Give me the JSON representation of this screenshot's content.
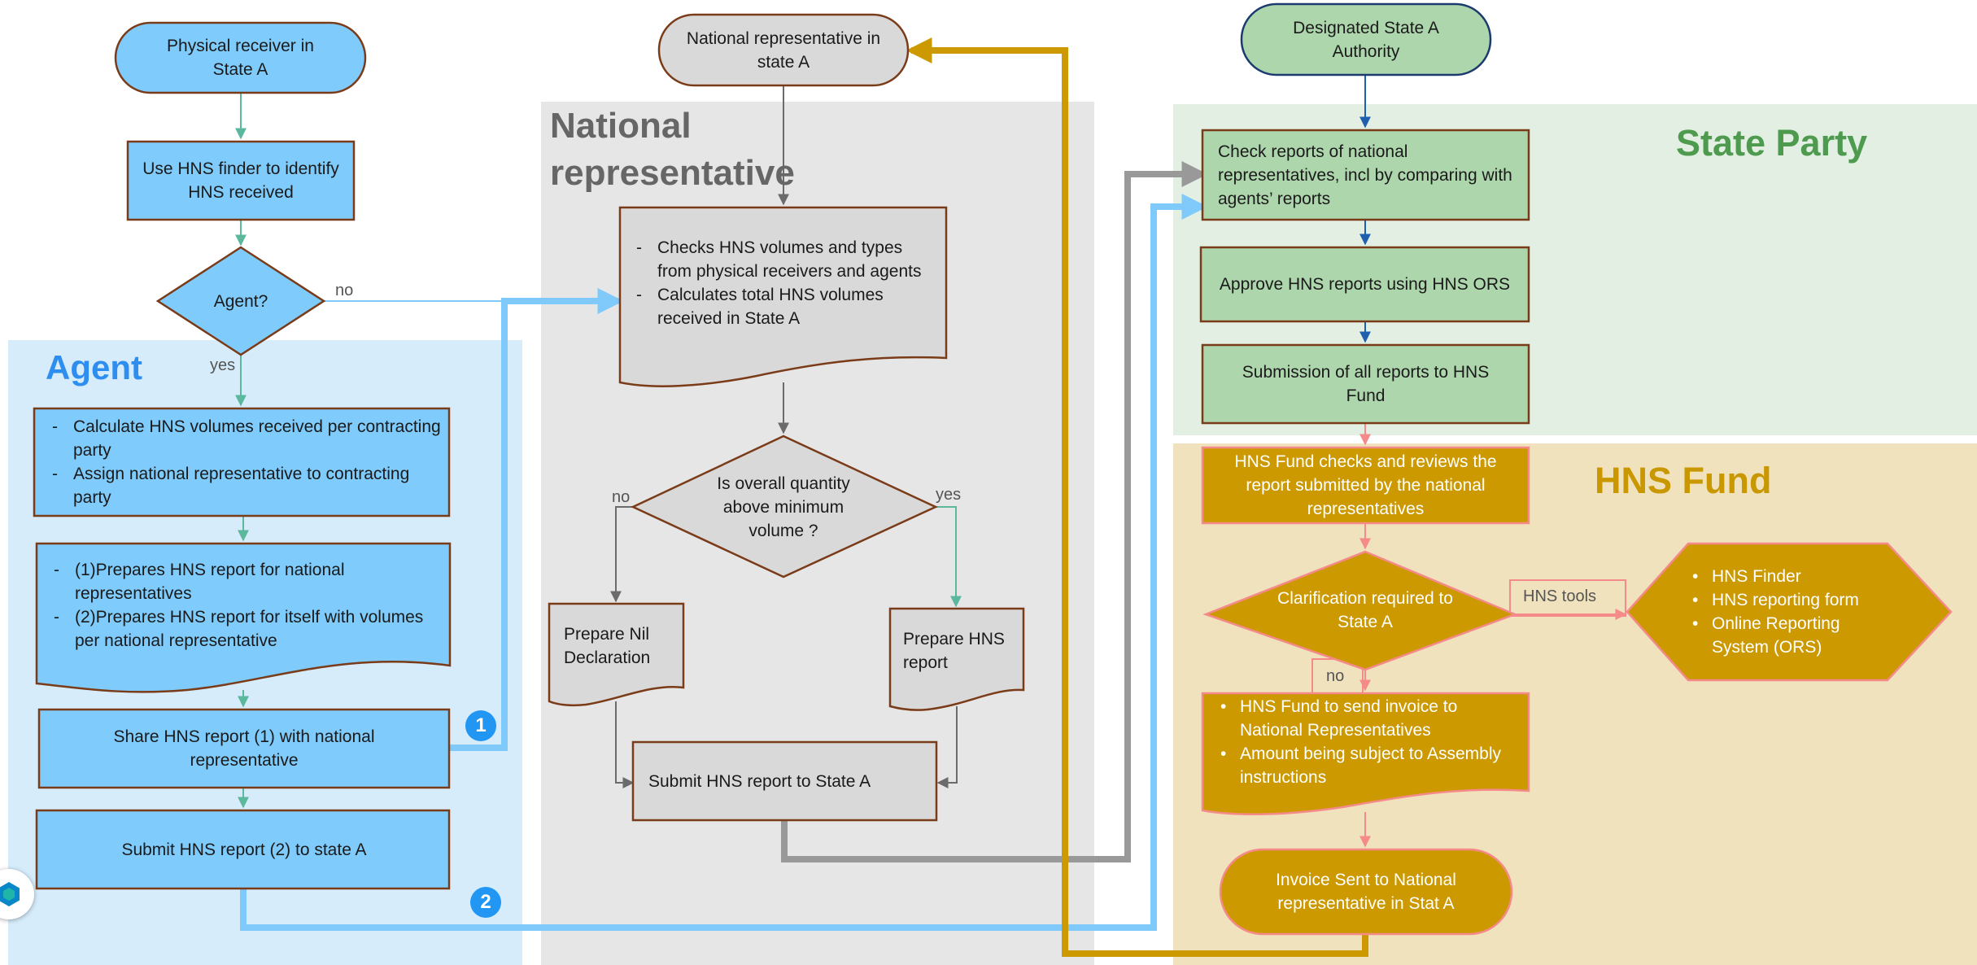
{
  "lanes": {
    "agent": "Agent",
    "national": "National representative",
    "state_party": "State Party",
    "hns_fund": "HNS Fund"
  },
  "nodes": {
    "physical_receiver": "Physical receiver in State A",
    "hns_finder_step": "Use HNS finder to identify HNS received",
    "agent_decision": "Agent?",
    "agent_tasks": [
      "Calculate HNS volumes received per contracting party",
      "Assign national representative to contracting party"
    ],
    "agent_report_prep": [
      "(1)Prepares HNS report for national representatives",
      "(2)Prepares HNS report for itself with volumes per national representative"
    ],
    "share_report": "Share HNS report (1) with national representative",
    "submit_report_agent": "Submit HNS report (2) to state A",
    "national_rep": "National representative in state A",
    "nat_checks": [
      "Checks HNS volumes and types from physical receivers and agents",
      "Calculates total HNS volumes received in State A"
    ],
    "quantity_decision": "Is overall quantity above minimum volume ?",
    "nil_declaration": "Prepare Nil Declaration",
    "prepare_report": "Prepare HNS report",
    "submit_report_nat": "Submit HNS report to State A",
    "designated_authority": "Designated State A Authority",
    "check_reports": "Check reports of national representatives, incl by comparing with agents’ reports",
    "approve_reports": "Approve HNS reports using HNS ORS",
    "submission": "Submission of all reports to HNS Fund",
    "fund_checks": "HNS Fund checks and reviews the report submitted by the national representatives",
    "clarification_decision": "Clarification required to State A",
    "hns_tools_items": [
      "HNS Finder",
      "HNS reporting form",
      "Online Reporting System (ORS)"
    ],
    "invoice_tasks": [
      "HNS Fund to send invoice to National Representatives",
      "Amount being subject to Assembly instructions"
    ],
    "invoice_sent": "Invoice Sent to National representative in Stat A"
  },
  "edge_labels": {
    "agent_no": "no",
    "agent_yes": "yes",
    "qty_no": "no",
    "qty_yes": "yes",
    "clar_no": "no",
    "hns_tools": "HNS tools"
  },
  "badges": {
    "one": "1",
    "two": "2"
  },
  "colors": {
    "agent_lane": "#d6ecfb",
    "national_lane": "#e6e6e6",
    "state_party_lane": "#e2efe2",
    "hns_fund_lane": "#f0e2bd",
    "agent_node": "#7ecbfc",
    "national_node": "#d9d9d9",
    "state_party_node": "#aed6ad",
    "hns_fund_node": "#cc9900",
    "agent_title": "#2e8ef0",
    "national_title": "#666666",
    "state_party_title": "#4e9a4e",
    "hns_fund_title": "#c99700"
  }
}
